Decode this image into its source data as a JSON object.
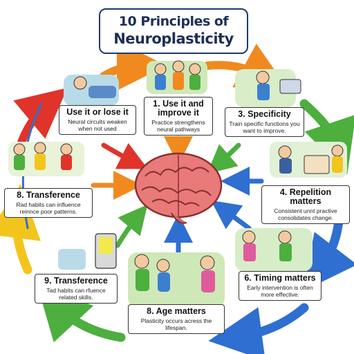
{
  "title": {
    "line1": "10 Principles of",
    "line2": "Neuroplasticity"
  },
  "principles": [
    {
      "heading": "Use it or lose it",
      "desc": "Neural circuits weaken when not used"
    },
    {
      "heading": "1. Use it and improve it",
      "desc": "Practice strengthens neural pathways"
    },
    {
      "heading": "3. Specificity",
      "desc": "Train specific functions you want to improve."
    },
    {
      "heading": "4. Repelition matters",
      "desc": "Consistent unnt practive consolidates change."
    },
    {
      "heading": "6. Timing matters",
      "desc": "Early intervention is often more effective."
    },
    {
      "heading": "8. Age matters",
      "desc": "Plasticity occurs acress the lifespan."
    },
    {
      "heading": "9. Transference",
      "desc": "Tad habits can rfuence related skills."
    },
    {
      "heading": "8. Transference",
      "desc": "Rad habits can influence reinnce poor patterns."
    }
  ],
  "colors": {
    "title_text": "#1d2f57",
    "arrow_red": "#e0342b",
    "arrow_orange": "#f08a1e",
    "arrow_yellow": "#f3c51c",
    "arrow_green": "#4caf3e",
    "arrow_blue": "#2f6fd1",
    "brain_pink": "#e97a7a"
  },
  "icons": [
    "brain-illustration",
    "people-illustration",
    "computer-illustration",
    "exercise-illustration"
  ]
}
